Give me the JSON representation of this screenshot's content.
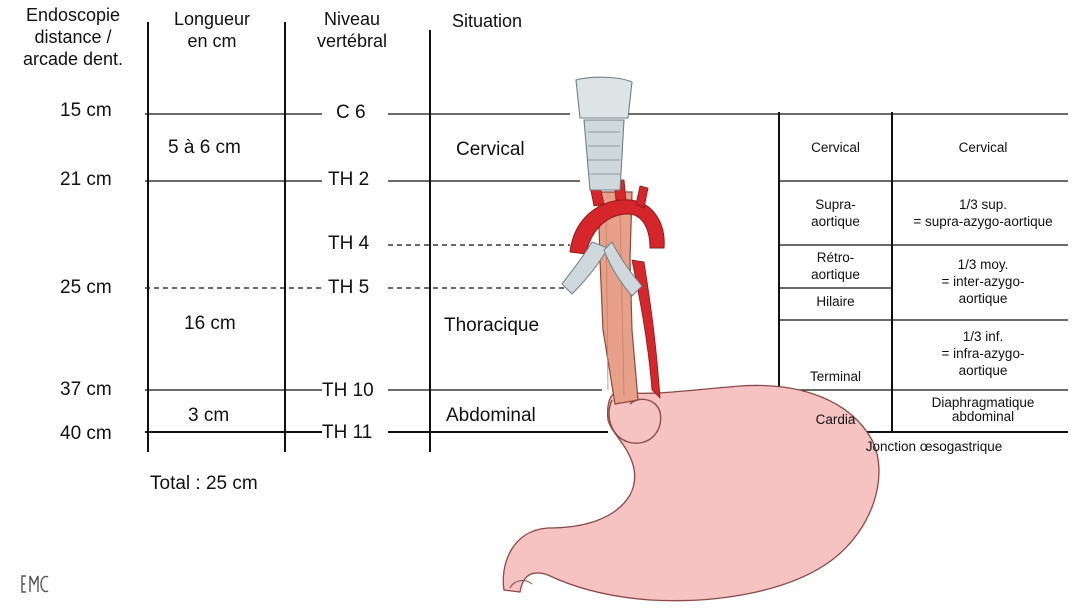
{
  "headers": {
    "endoscopy": [
      "Endoscopie",
      "distance /",
      "arcade dent."
    ],
    "length": [
      "Longueur",
      "en cm"
    ],
    "vertebral": [
      "Niveau",
      "vertébral"
    ],
    "situation": "Situation"
  },
  "distances": [
    "15 cm",
    "21 cm",
    "25 cm",
    "37 cm",
    "40 cm"
  ],
  "lengths": [
    "5 à 6 cm",
    "16 cm",
    "3 cm"
  ],
  "vertebral_levels": [
    "C 6",
    "TH 2",
    "TH 4",
    "TH 5",
    "TH 10",
    "TH 11"
  ],
  "situations": [
    "Cervical",
    "Thoracique",
    "Abdominal"
  ],
  "segments": {
    "cervical": "Cervical",
    "supra": [
      "Supra-",
      "aortique"
    ],
    "retro": [
      "Rétro-",
      "aortique"
    ],
    "hilaire": "Hilaire",
    "terminal": "Terminal",
    "cardia": "Cardia"
  },
  "thirds": {
    "cervical": "Cervical",
    "upper": [
      "1/3 sup.",
      "= supra-azygo-aortique"
    ],
    "middle": [
      "1/3 moy.",
      "= inter-azygo-",
      "aortique"
    ],
    "lower": [
      "1/3 inf.",
      "= infra-azygo-",
      "aortique"
    ],
    "diaphragm": [
      "Diaphragmatique",
      "abdominal"
    ]
  },
  "junction": "Jonction œsogastrique",
  "total": "Total : 25 cm",
  "logo": "EMC",
  "colors": {
    "stomach_fill": "#f6c2c2",
    "stomach_stroke": "#8a4a4a",
    "esophagus_fill": "#e7a08a",
    "aorta": "#d6262b",
    "trachea": "#cfd9dd"
  }
}
